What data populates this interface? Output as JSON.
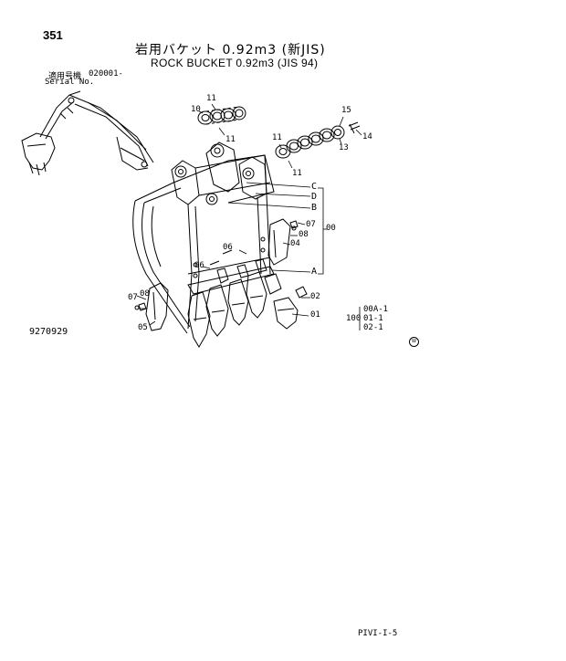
{
  "header": {
    "page_no": "351",
    "title_ja": "岩用バケット 0.92m3 (新JIS)",
    "title_en": "ROCK BUCKET 0.92m3 (JIS 94)",
    "serial_label_ja": "適用号機",
    "serial_label_en": "Serial No.",
    "serial_value": "020001-"
  },
  "drawing": {
    "drawing_no": "9270929",
    "callouts": {
      "c01": "01",
      "c02": "02",
      "c04": "04",
      "c05": "05",
      "c06a": "06",
      "c06b": "06",
      "c07a": "07",
      "c07b": "07",
      "c08a": "08",
      "c08b": "08",
      "c10": "10",
      "c11a": "11",
      "c11b": "11",
      "c11c": "11",
      "c11d": "11",
      "c13": "13",
      "c14": "14",
      "c15": "15",
      "cA": "A",
      "cB": "B",
      "cC": "C",
      "cD": "D",
      "c00": "00"
    },
    "assembly_table": {
      "qty": "100",
      "rows": [
        "00A-1",
        "01-1",
        "02-1"
      ]
    },
    "corner_mark": "W"
  },
  "footer": {
    "code": "PIVI-I-5"
  }
}
